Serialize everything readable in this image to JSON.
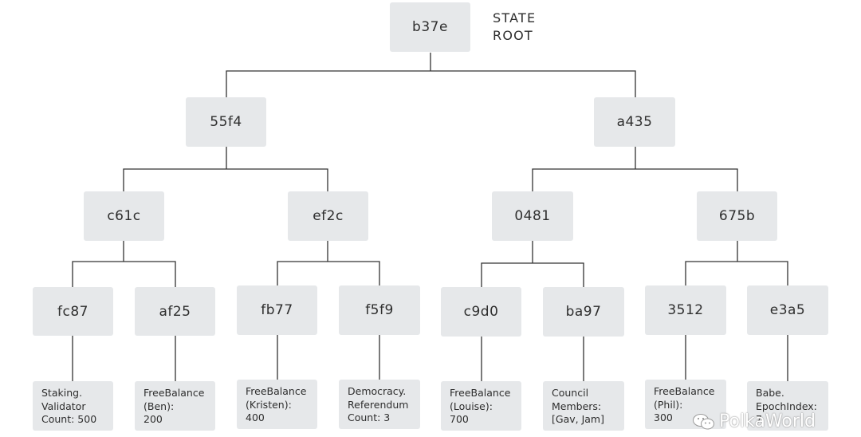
{
  "root_caption": "STATE\nROOT",
  "nodes": {
    "root": "b37e",
    "n55f4": "55f4",
    "a435": "a435",
    "c61c": "c61c",
    "ef2c": "ef2c",
    "n0481": "0481",
    "n675b": "675b",
    "fc87": "fc87",
    "af25": "af25",
    "fb77": "fb77",
    "f5f9": "f5f9",
    "c9d0": "c9d0",
    "ba97": "ba97",
    "n3512": "3512",
    "e3a5": "e3a5"
  },
  "leaves": {
    "fc87": "Staking.\nValidator\nCount: 500",
    "af25": "FreeBalance\n(Ben):\n200",
    "fb77": "FreeBalance\n(Kristen):\n400",
    "f5f9": "Democracy.\nReferendum\nCount: 3",
    "c9d0": "FreeBalance\n(Louise):\n700",
    "ba97": "Council\nMembers:\n[Gav, Jam]",
    "n3512": "FreeBalance\n(Phil):\n300",
    "e3a5": "Babe.\nEpochIndex:\n7"
  },
  "watermark": "PolkaWorld",
  "colors": {
    "node_fill": "#e6e8ea",
    "line": "#333333",
    "text": "#2e2e2e"
  }
}
